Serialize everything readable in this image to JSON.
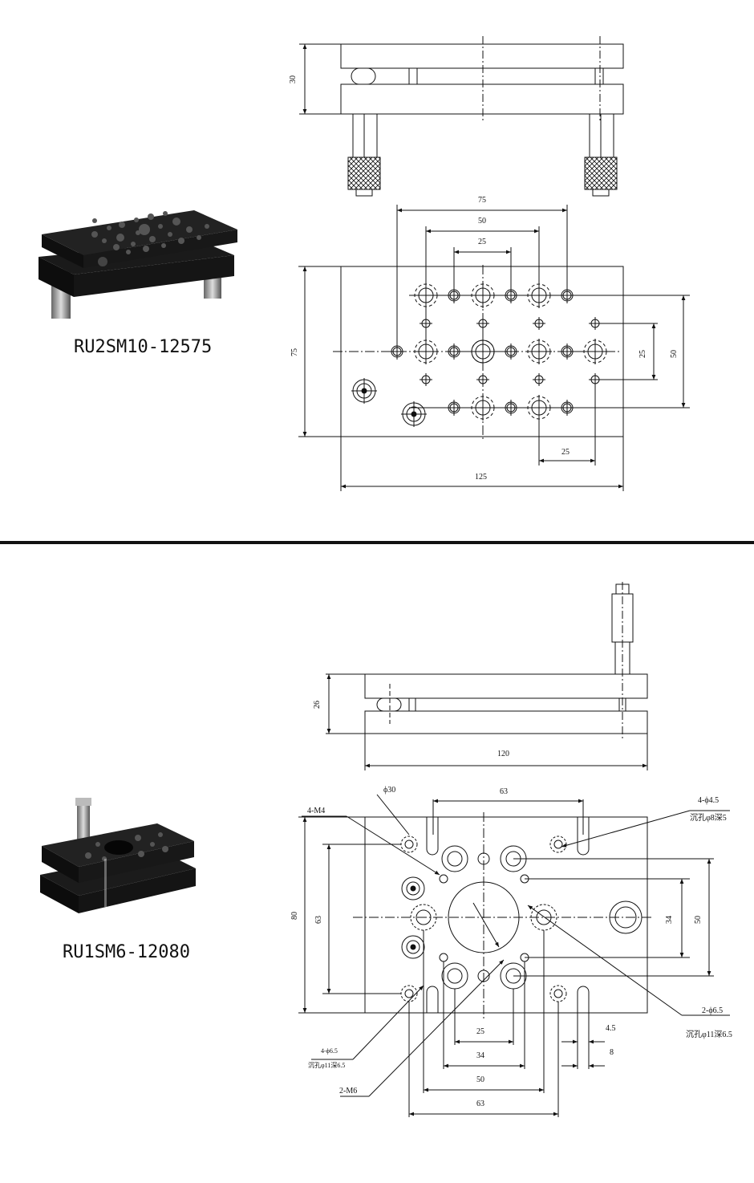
{
  "products": [
    {
      "model": "RU2SM10-12575",
      "dims": {
        "height": "30",
        "d75_top": "75",
        "d50_top": "50",
        "d25_top": "25",
        "d75_left": "75",
        "d25_right": "25",
        "d50_right": "50",
        "d25_bottom": "25",
        "d125": "125"
      }
    },
    {
      "model": "RU1SM6-12080",
      "dims": {
        "height": "26",
        "length": "120",
        "phi30": "ϕ30",
        "d63_top": "63",
        "holes_4phi45": "4-ϕ4.5",
        "counterbore_8": "沉孔φ8深5",
        "m4": "4-M4",
        "d80": "80",
        "d63_left": "63",
        "d34_right": "34",
        "d50_right": "50",
        "holes_2phi65": "2-ϕ6.5",
        "counterbore_11": "沉孔φ11深6.5",
        "d25": "25",
        "d34": "34",
        "d50": "50",
        "d63_bottom": "63",
        "d45": "4.5",
        "d8": "8",
        "holes_4phi65": "4-ϕ6.5",
        "counterbore_11b": "沉孔φ11深6.5",
        "m6": "2-M6"
      }
    }
  ]
}
